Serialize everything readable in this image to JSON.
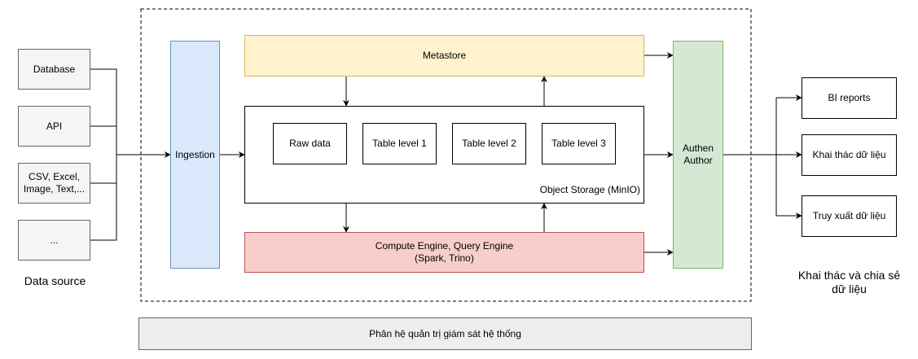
{
  "data_source": {
    "title": "Data source",
    "items": [
      "Database",
      "API",
      "CSV, Excel,\nImage, Text,...",
      "..."
    ]
  },
  "ingestion": {
    "label": "Ingestion"
  },
  "metastore": {
    "label": "Metastore"
  },
  "object_storage": {
    "label": "Object Storage (MinIO)",
    "layers": [
      "Raw data",
      "Table level 1",
      "Table level 2",
      "Table level 3"
    ]
  },
  "compute": {
    "label": "Compute Engine, Query Engine\n(Spark, Trino)"
  },
  "auth": {
    "label": "Authen\nAuthor"
  },
  "outputs": {
    "title": "Khai thác và chia sẻ\ndữ liệu",
    "items": [
      "BI reports",
      "Khai thác dữ liệu",
      "Truy xuất dữ liệu"
    ]
  },
  "monitoring": {
    "label": "Phân hệ quản trị giám sát hệ thống"
  },
  "colors": {
    "source_fill": "#f5f5f5",
    "source_stroke": "#666666",
    "ingestion_fill": "#dae8fc",
    "ingestion_stroke": "#6c8ebf",
    "metastore_fill": "#fff2cc",
    "metastore_stroke": "#d6b656",
    "compute_fill": "#f8cecc",
    "compute_stroke": "#b85450",
    "auth_fill": "#d5e8d4",
    "auth_stroke": "#82b366",
    "monitoring_fill": "#eeeeee"
  }
}
